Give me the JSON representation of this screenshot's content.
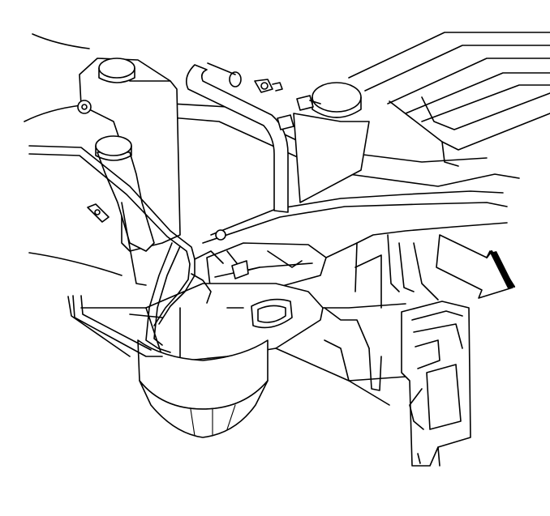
{
  "diagram": {
    "style": "black line-art technical illustration",
    "colors": {
      "ink": "#000000",
      "background": "#ffffff"
    },
    "parts": [
      {
        "name": "coolant-recovery-reservoir"
      },
      {
        "name": "washer-fluid-reservoir"
      },
      {
        "name": "radiator-hose"
      },
      {
        "name": "radiator-cap"
      },
      {
        "name": "frame-rail"
      },
      {
        "name": "mounting-bracket"
      },
      {
        "name": "fuel-lines"
      },
      {
        "name": "lower-housing"
      },
      {
        "name": "front-bracket"
      },
      {
        "name": "direction-arrow"
      }
    ]
  }
}
